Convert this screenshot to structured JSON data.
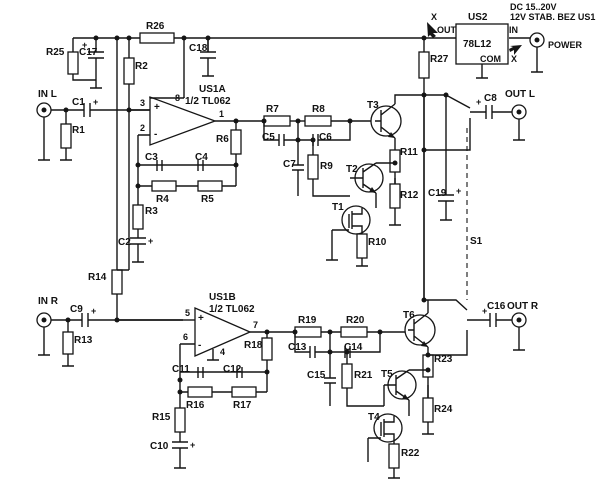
{
  "power": {
    "regulator": "US2",
    "regulator_part": "78L12",
    "pin_out": "OUT",
    "pin_in": "IN",
    "pin_com": "COM",
    "mark_x": "X",
    "supply_line1": "DC 15..20V",
    "supply_line2": "12V STAB. BEZ US1",
    "power_label": "POWER"
  },
  "left_channel": {
    "input_label": "IN L",
    "output_label": "OUT L",
    "opamp_ref": "US1A",
    "opamp_part": "1/2 TL062",
    "pin3": "3",
    "pin2": "2",
    "pin1": "1",
    "pin8": "8",
    "plus": "+",
    "minus": "-"
  },
  "right_channel": {
    "input_label": "IN R",
    "output_label": "OUT R",
    "opamp_ref": "US1B",
    "opamp_part": "1/2 TL062",
    "pin5": "5",
    "pin6": "6",
    "pin7": "7",
    "pin4": "4",
    "plus": "+",
    "minus": "-"
  },
  "switch_label": "S1",
  "components": {
    "R25": "R25",
    "C17": "C17",
    "R26": "R26",
    "C18": "C18",
    "R2": "R2",
    "R27": "R27",
    "C1": "C1",
    "R1": "R1",
    "R7": "R7",
    "R8": "R8",
    "R6": "R6",
    "C5": "C5",
    "C6": "C6",
    "C7": "C7",
    "R9": "R9",
    "C3": "C3",
    "C4": "C4",
    "R4": "R4",
    "R5": "R5",
    "R3": "R3",
    "C2": "C2",
    "T3": "T3",
    "T2": "T2",
    "T1": "T1",
    "R10": "R10",
    "R11": "R11",
    "R12": "R12",
    "C19": "C19",
    "C8": "C8",
    "R14": "R14",
    "C9": "C9",
    "R13": "R13",
    "R19": "R19",
    "R20": "R20",
    "R18": "R18",
    "C13": "C13",
    "C14": "C14",
    "C15": "C15",
    "R21": "R21",
    "C11": "C11",
    "C12": "C12",
    "R16": "R16",
    "R17": "R17",
    "R15": "R15",
    "C10": "C10",
    "T6": "T6",
    "T5": "T5",
    "T4": "T4",
    "R22": "R22",
    "R23": "R23",
    "R24": "R24",
    "C16": "C16"
  }
}
